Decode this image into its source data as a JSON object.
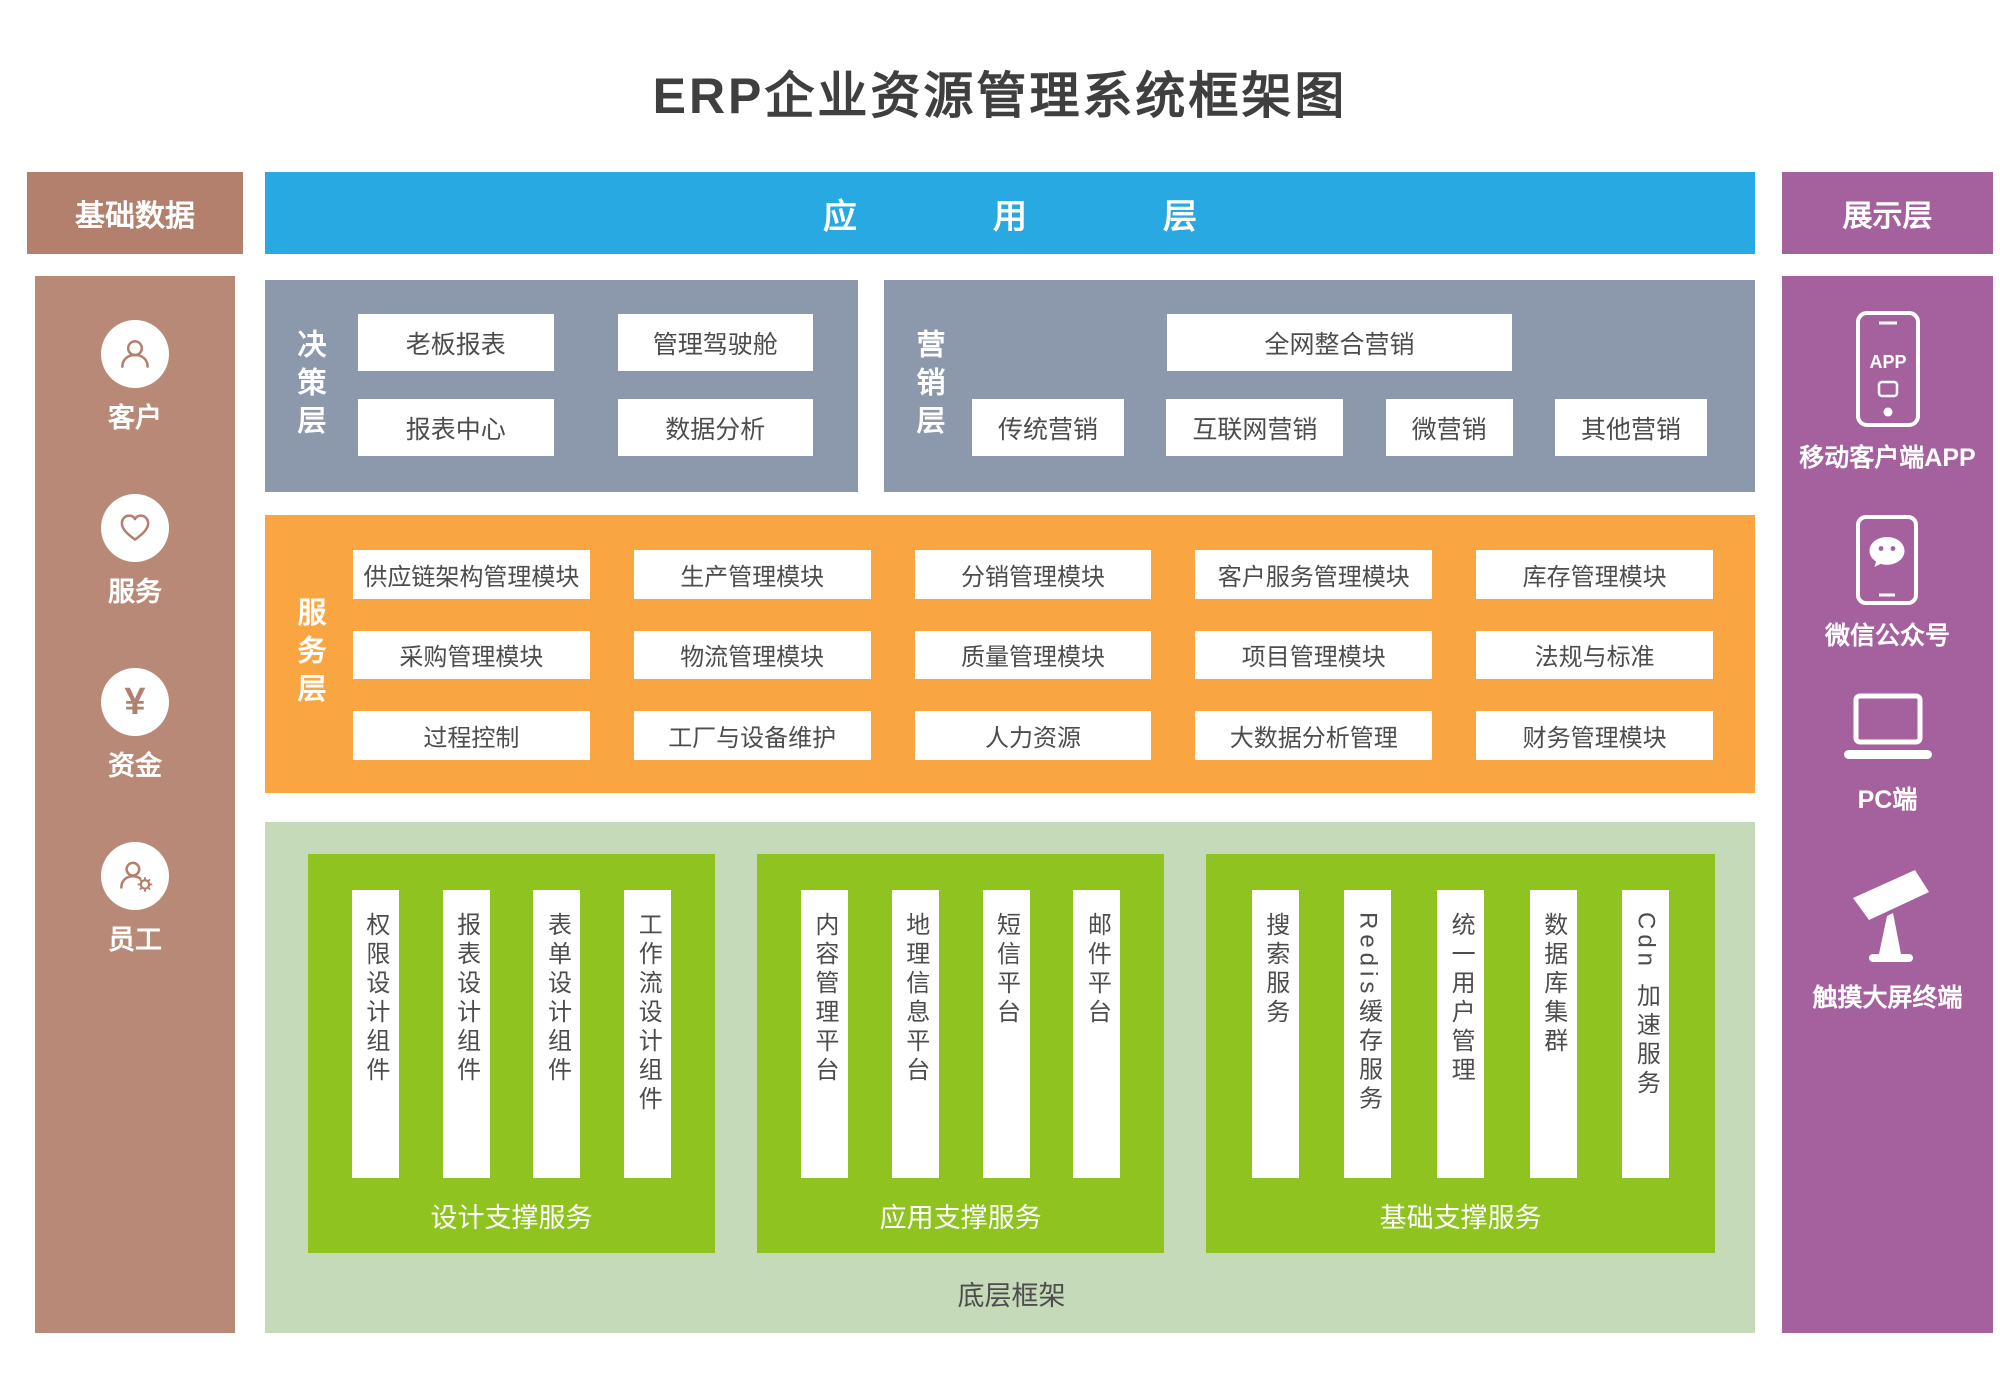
{
  "title": "ERP企业资源管理系统框架图",
  "app_layer": {
    "label": "应用层"
  },
  "left_panel": {
    "header": "基础数据",
    "items": [
      {
        "icon": "customer-icon",
        "label": "客户"
      },
      {
        "icon": "service-icon",
        "label": "服务"
      },
      {
        "icon": "funds-icon",
        "label": "资金",
        "symbol": "¥"
      },
      {
        "icon": "employee-icon",
        "label": "员工"
      }
    ]
  },
  "right_panel": {
    "header": "展示层",
    "items": [
      {
        "icon": "mobile-app-icon",
        "label": "移动客户端APP",
        "icon_text": "APP"
      },
      {
        "icon": "wechat-icon",
        "label": "微信公众号"
      },
      {
        "icon": "pc-icon",
        "label": "PC端"
      },
      {
        "icon": "touch-screen-icon",
        "label": "触摸大屏终端"
      }
    ]
  },
  "decision_layer": {
    "label": "决策层",
    "items": [
      "老板报表",
      "管理驾驶舱",
      "报表中心",
      "数据分析"
    ]
  },
  "marketing_layer": {
    "label": "营销层",
    "featured_item": "全网整合营销",
    "items": [
      "传统营销",
      "互联网营销",
      "微营销",
      "其他营销"
    ]
  },
  "service_layer": {
    "label": "服务层",
    "rows": [
      [
        "供应链架构管理模块",
        "生产管理模块",
        "分销管理模块",
        "客户服务管理模块",
        "库存管理模块"
      ],
      [
        "采购管理模块",
        "物流管理模块",
        "质量管理模块",
        "项目管理模块",
        "法规与标准"
      ],
      [
        "过程控制",
        "工厂与设备维护",
        "人力资源",
        "大数据分析管理",
        "财务管理模块"
      ]
    ]
  },
  "bottom_frame": {
    "label": "底层框架",
    "groups": [
      {
        "label": "设计支撑服务",
        "items": [
          "权限设计组件",
          "报表设计组件",
          "表单设计组件",
          "工作流设计组件"
        ]
      },
      {
        "label": "应用支撑服务",
        "items": [
          "内容管理平台",
          "地理信息平台",
          "短信平台",
          "邮件平台"
        ]
      },
      {
        "label": "基础支撑服务",
        "items": [
          "搜索服务",
          "Redis缓存服务",
          "统一用户管理",
          "数据库集群",
          "Cdn 加速服务"
        ]
      }
    ]
  },
  "colors": {
    "brown": "#b2806c",
    "brown-light": "#b98977",
    "blue": "#29a9e1",
    "purple": "#a4619e",
    "slate": "#8c99ac",
    "orange": "#f9a642",
    "green-light": "#c4dab8",
    "green": "#8fc31f",
    "text-dark": "#4d4d4d"
  }
}
